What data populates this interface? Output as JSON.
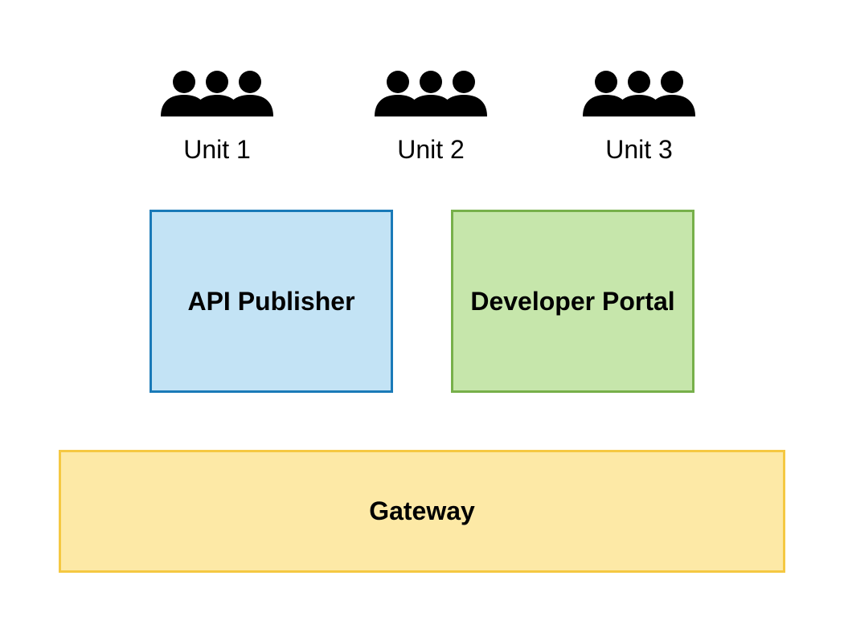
{
  "units": [
    {
      "label": "Unit 1",
      "icon": "group-icon"
    },
    {
      "label": "Unit 2",
      "icon": "group-icon"
    },
    {
      "label": "Unit 3",
      "icon": "group-icon"
    }
  ],
  "components": {
    "api_publisher": {
      "label": "API Publisher",
      "fill": "#c3e3f5",
      "border": "#1a7ab8"
    },
    "developer_portal": {
      "label": "Developer Portal",
      "fill": "#c6e6ab",
      "border": "#77b04a"
    },
    "gateway": {
      "label": "Gateway",
      "fill": "#fde9a6",
      "border": "#f5c842"
    }
  },
  "colors": {
    "icon": "#000000",
    "text": "#000000",
    "background": "#ffffff"
  }
}
